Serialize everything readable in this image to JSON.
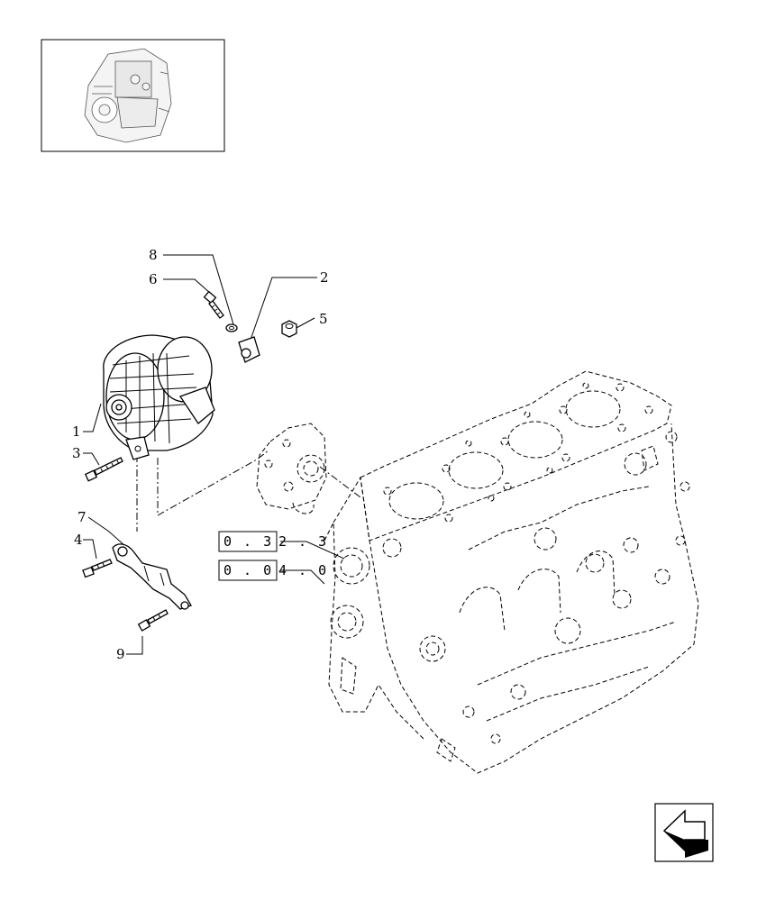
{
  "callouts": {
    "c1": "1",
    "c2": "2",
    "c3": "3",
    "c4": "4",
    "c5": "5",
    "c6": "6",
    "c7": "7",
    "c8": "8",
    "c9": "9"
  },
  "references": {
    "ref_a_box": "0 . 3",
    "ref_a_tail": "2 . 3",
    "ref_b_box": "0 . 0",
    "ref_b_tail": "4 . 0"
  },
  "colors": {
    "line": "#000000",
    "background": "#ffffff"
  },
  "icons": {
    "thumbnail": "engine-thumbnail-icon",
    "nav": "back-arrow-icon"
  }
}
